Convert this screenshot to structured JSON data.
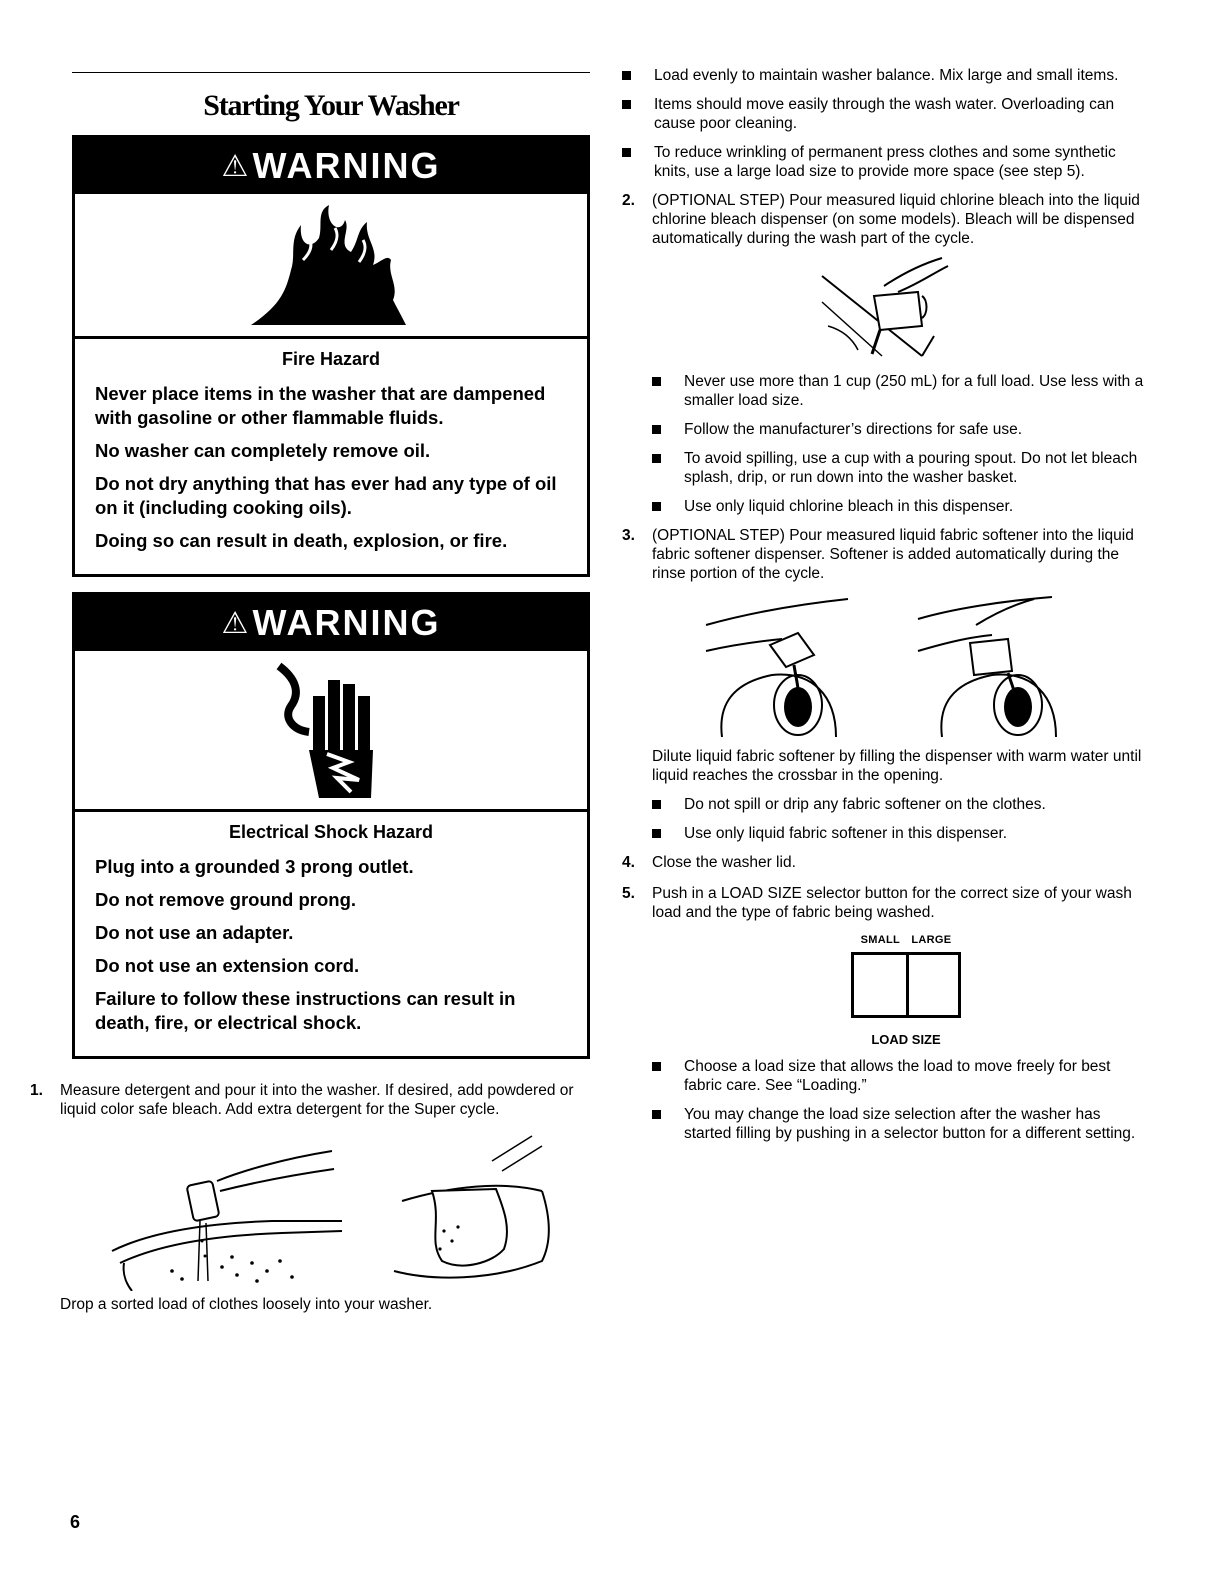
{
  "title": "Starting Your Washer",
  "warnings": [
    {
      "banner": "WARNING",
      "hazard": "Fire Hazard",
      "lines": [
        "Never place items in the washer that are dampened with gasoline or other flammable fluids.",
        "No washer can completely remove oil.",
        "Do not dry anything that has ever had any type of oil on it (including cooking oils).",
        "Doing so can result in death, explosion, or fire."
      ]
    },
    {
      "banner": "WARNING",
      "hazard": "Electrical Shock Hazard",
      "lines": [
        "Plug into a grounded 3 prong outlet.",
        "Do not remove ground prong.",
        "Do not use an adapter.",
        "Do not use an extension cord.",
        "Failure to follow these instructions can result in death, fire, or electrical shock."
      ]
    }
  ],
  "step1": {
    "num": "1.",
    "text": "Measure detergent and pour it into the washer. If desired, add powdered or liquid color safe bleach. Add extra detergent for the Super cycle.",
    "caption": "Drop a sorted load of clothes loosely into your washer."
  },
  "loading_bullets": [
    "Load evenly to maintain washer balance. Mix large and small items.",
    "Items should move easily through the wash water. Overloading can cause poor cleaning.",
    "To reduce wrinkling of permanent press clothes and some synthetic knits, use a large load size to provide more space (see step 5)."
  ],
  "step2": {
    "num": "2.",
    "text": "(OPTIONAL STEP) Pour measured liquid chlorine bleach into the liquid chlorine bleach dispenser (on some models). Bleach will be dispensed automatically during the wash part of the cycle.",
    "bullets": [
      "Never use more than 1 cup (250 mL) for a full load. Use less with a smaller load size.",
      "Follow the manufacturer’s directions for safe use.",
      "To avoid spilling, use a cup with a pouring spout. Do not let bleach splash, drip, or run down into the washer basket.",
      "Use only liquid chlorine bleach in this dispenser."
    ]
  },
  "step3": {
    "num": "3.",
    "text": "(OPTIONAL STEP) Pour measured liquid fabric softener into the liquid fabric softener dispenser. Softener is added automatically during the rinse portion of the cycle.",
    "note": "Dilute liquid fabric softener by filling the dispenser with warm water until liquid reaches the crossbar in the opening.",
    "bullets": [
      "Do not spill or drip any fabric softener on the clothes.",
      "Use only liquid fabric softener in this dispenser."
    ]
  },
  "step4": {
    "num": "4.",
    "text": "Close the washer lid."
  },
  "step5": {
    "num": "5.",
    "text": "Push in a LOAD SIZE selector button for the correct size of your wash load and the type of fabric being washed.",
    "load_size": {
      "small": "SMALL",
      "large": "LARGE",
      "title": "LOAD SIZE"
    },
    "bullets": [
      "Choose a load size that allows the load to move freely for best fabric care. See “Loading.”",
      "You may change the load size selection after the washer has started filling by pushing in a selector button for a different setting."
    ]
  },
  "page_number": "6",
  "icons": [
    "warning-triangle-icon",
    "fire-icon",
    "electric-shock-hand-icon"
  ]
}
